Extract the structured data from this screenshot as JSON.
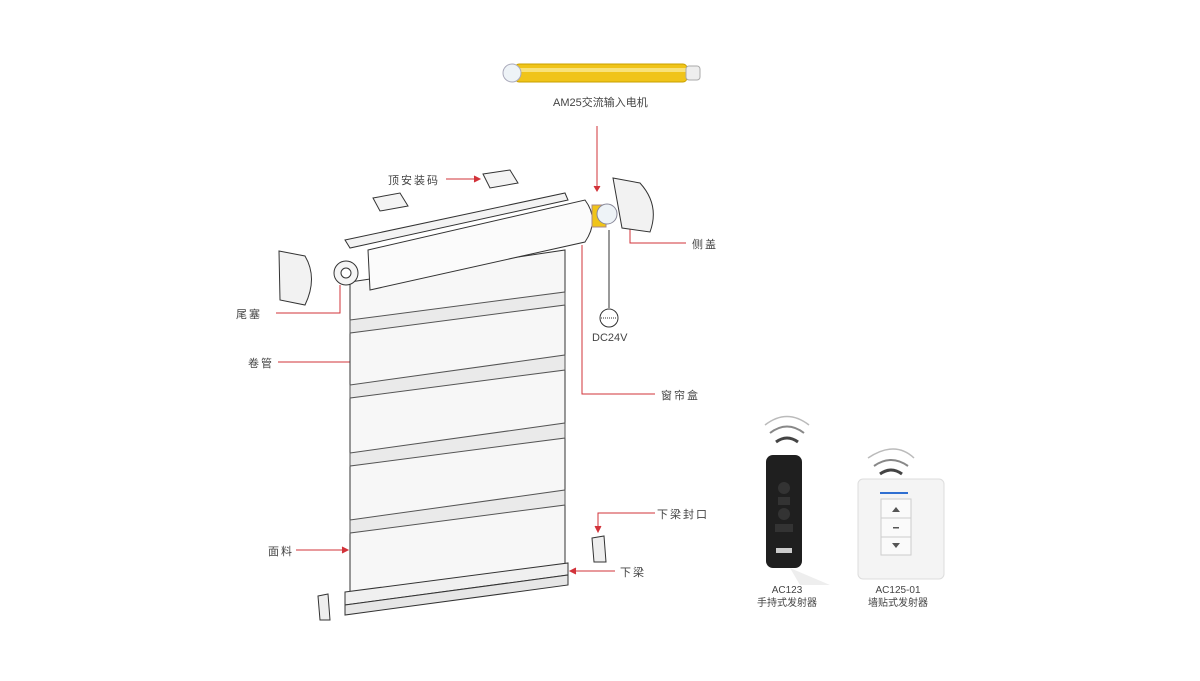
{
  "labels": {
    "motor": "AM25交流输入电机",
    "top_bracket": "顶安装码",
    "side_cover": "侧盖",
    "end_plug": "尾塞",
    "roller_tube": "卷管",
    "power": "DC24V",
    "cassette": "窗帘盒",
    "bottom_rail_cap": "下梁封口",
    "fabric": "面料",
    "bottom_rail": "下梁"
  },
  "remotes": [
    {
      "model": "AC123",
      "name": "手持式发射器"
    },
    {
      "model": "AC125-01",
      "name": "墙贴式发射器"
    }
  ],
  "colors": {
    "leader": "#d2333a",
    "motor": "#f0c419",
    "switch_led": "#2f6fd1"
  }
}
